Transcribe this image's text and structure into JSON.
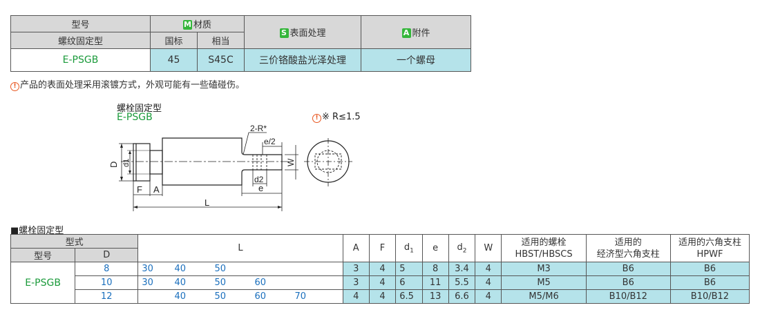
{
  "spec": {
    "h_model": "型号",
    "h_model_sub": "螺纹固定型",
    "h_material_badge": "M",
    "h_material": "材质",
    "h_gb": "国标",
    "h_equiv": "相当",
    "h_surface_badge": "S",
    "h_surface": "表面处理",
    "h_accessory_badge": "A",
    "h_accessory": "附件",
    "model": "E-PSGB",
    "gb": "45",
    "equiv": "S45C",
    "surface": "三价铬酸盐光泽处理",
    "accessory": "一个螺母",
    "note": "产品的表面处理采用滚镀方式，外观可能有一些磕碰伤。"
  },
  "drawing": {
    "title": "螺栓固定型",
    "model": "E-PSGB",
    "r_note": "※ R≤1.5",
    "dim_2r": "2-R*",
    "dim_e2": "e/2",
    "dim_d": "D",
    "dim_d1": "d1",
    "dim_w": "W",
    "dim_d2": "d2",
    "dim_e": "e",
    "dim_f": "F",
    "dim_a": "A",
    "dim_l": "L"
  },
  "table": {
    "section_title": "■螺栓固定型",
    "h_type": "型式",
    "h_model": "型号",
    "h_d": "D",
    "h_l": "L",
    "h_a": "A",
    "h_f": "F",
    "h_d1": "d",
    "h_d1_sub": "1",
    "h_e": "e",
    "h_d2": "d",
    "h_d2_sub": "2",
    "h_w": "W",
    "h_bolt1": "适用的螺栓",
    "h_bolt2": "HBST/HBSCS",
    "h_hex1": "适用的",
    "h_hex2": "经济型六角支柱",
    "h_hpwf1": "适用的六角支柱",
    "h_hpwf2": "HPWF",
    "model": "E-PSGB",
    "rows": [
      {
        "d": "8",
        "l": [
          "30",
          "40",
          "50",
          "",
          "",
          ""
        ],
        "a": "3",
        "f": "4",
        "d1": "5",
        "e": "8",
        "d2": "3.4",
        "w": "4",
        "bolt": "M3",
        "hex": "B6",
        "hpwf": "B6"
      },
      {
        "d": "10",
        "l": [
          "30",
          "40",
          "50",
          "60",
          "",
          ""
        ],
        "a": "3",
        "f": "4",
        "d1": "6",
        "e": "11",
        "d2": "5.5",
        "w": "4",
        "bolt": "M5",
        "hex": "B6",
        "hpwf": "B6"
      },
      {
        "d": "12",
        "l": [
          "",
          "40",
          "50",
          "60",
          "70",
          ""
        ],
        "a": "4",
        "f": "4",
        "d1": "6.5",
        "e": "13",
        "d2": "6.6",
        "w": "4",
        "bolt": "M5/M6",
        "hex": "B10/B12",
        "hpwf": "B10/B12"
      }
    ]
  }
}
